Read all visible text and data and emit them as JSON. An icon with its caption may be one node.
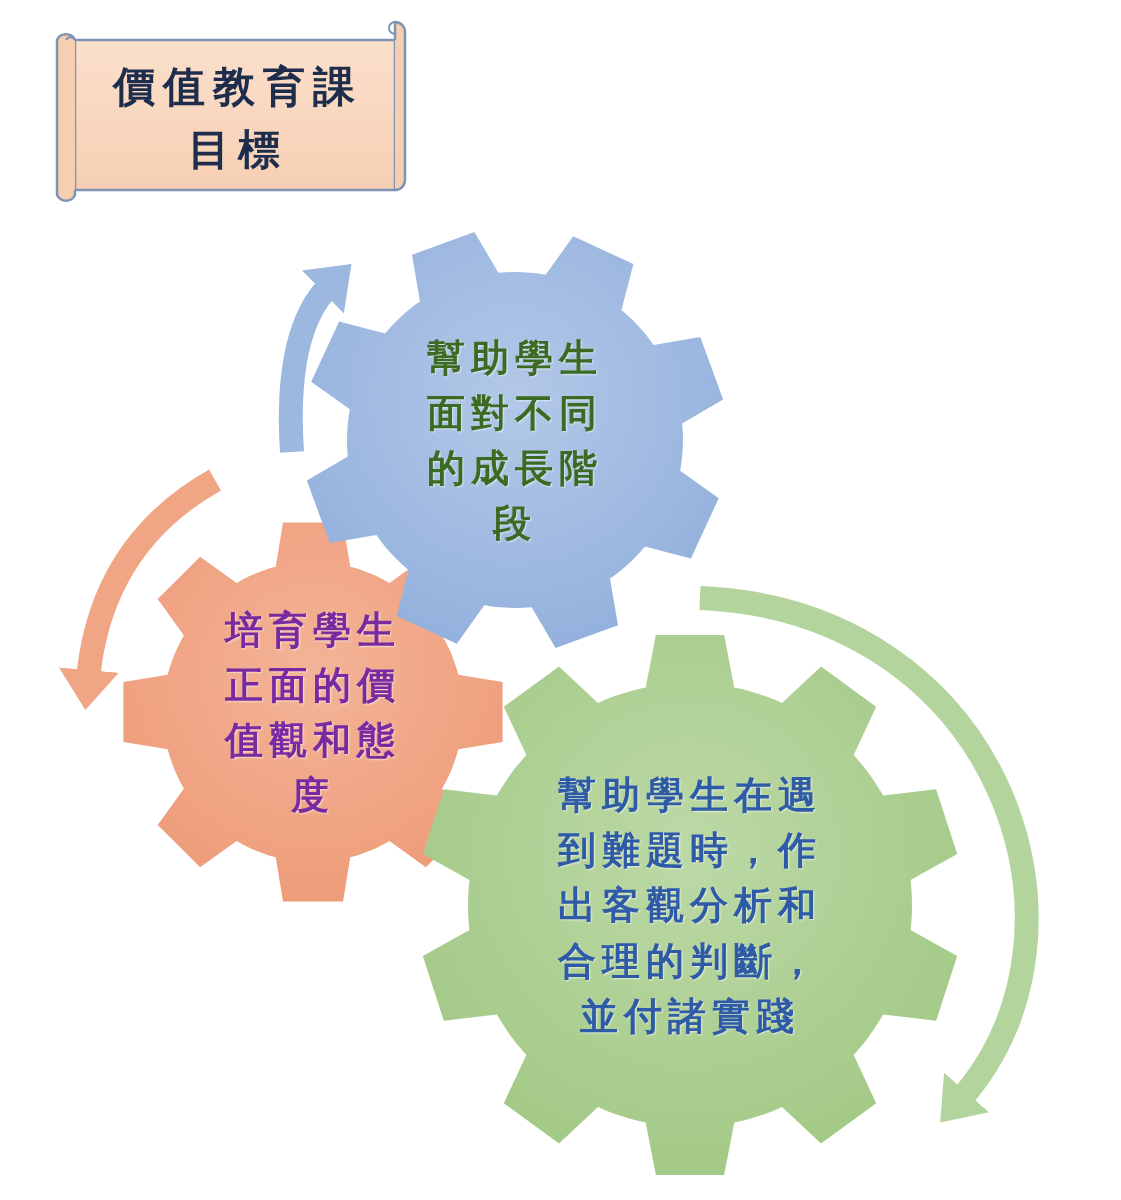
{
  "diagram": {
    "title": "價值教育課目標",
    "nodes": [
      {
        "text": [
          "幫助學生面對不同的成長階段"
        ]
      },
      {
        "text": [
          "培育學生正面的價值觀和態度"
        ]
      },
      {
        "text": [
          "幫助學生在遇到難題時，作出客觀分析和合理的判斷，並付諸實踐"
        ]
      }
    ],
    "edges": [
      {
        "from": null,
        "to": 0,
        "arrow": "to",
        "color": "#9db8e0"
      },
      {
        "from": null,
        "to": 1,
        "arrow": "to",
        "color": "#f0a585"
      },
      {
        "from": null,
        "to": 2,
        "arrow": "to",
        "color": "#b3d49c"
      }
    ]
  }
}
